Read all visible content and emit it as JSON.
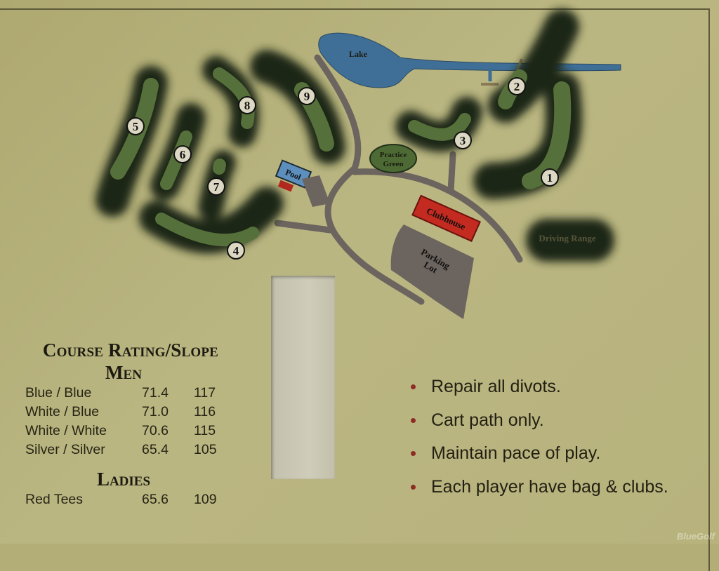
{
  "map": {
    "holes": [
      "1",
      "2",
      "3",
      "4",
      "5",
      "6",
      "7",
      "8",
      "9"
    ],
    "labels": {
      "lake": "Lake",
      "practice_green": [
        "Practice",
        "Green"
      ],
      "pool": "Pool",
      "clubhouse": "Clubhouse",
      "parking_lot": [
        "Parking",
        "Lot"
      ],
      "driving_range": "Driving Range"
    },
    "colors": {
      "rough": "#1c2613",
      "fairway": "#55703a",
      "water": "#3f6f97",
      "path": "#6c645e",
      "clubhouse": "#c32a20"
    }
  },
  "rating": {
    "title": "Course Rating/Slope",
    "men_heading": "Men",
    "men": [
      {
        "tees": "Blue / Blue",
        "rating": "71.4",
        "slope": "117"
      },
      {
        "tees": "White / Blue",
        "rating": "71.0",
        "slope": "116"
      },
      {
        "tees": "White / White",
        "rating": "70.6",
        "slope": "115"
      },
      {
        "tees": "Silver / Silver",
        "rating": "65.4",
        "slope": "105"
      }
    ],
    "ladies_heading": "Ladies",
    "ladies": [
      {
        "tees": "Red Tees",
        "rating": "65.6",
        "slope": "109"
      }
    ]
  },
  "rules": [
    "Repair all divots.",
    "Cart path only.",
    "Maintain pace of play.",
    "Each player have bag & clubs."
  ],
  "watermark": "BlueGolf"
}
